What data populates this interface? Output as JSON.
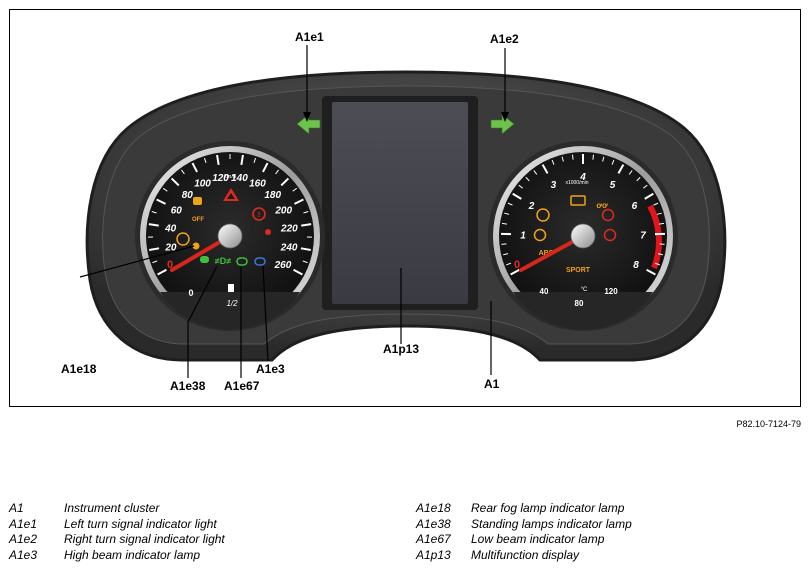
{
  "callouts": {
    "A1e1": "A1e1",
    "A1e2": "A1e2",
    "A1e18": "A1e18",
    "A1e38": "A1e38",
    "A1e67": "A1e67",
    "A1e3": "A1e3",
    "A1p13": "A1p13",
    "A1": "A1"
  },
  "speedometer": {
    "unit": "km/h",
    "ticks": [
      "20",
      "40",
      "60",
      "80",
      "100",
      "120",
      "140",
      "160",
      "180",
      "200",
      "220",
      "240",
      "260"
    ],
    "zero": "0",
    "fuel_empty": "0",
    "fuel_half": "1/2"
  },
  "tachometer": {
    "unit": "x1000/min",
    "ticks": [
      "1",
      "2",
      "3",
      "4",
      "5",
      "6",
      "7",
      "8"
    ],
    "zero": "0",
    "mode": "SPORT",
    "abs_label": "ABS",
    "temp_40": "40",
    "temp_80": "80",
    "temp_120": "120",
    "temp_unit": "°C"
  },
  "reference_code": "P82.10-7124-79",
  "legend_left": [
    {
      "code": "A1",
      "desc": "Instrument cluster"
    },
    {
      "code": "A1e1",
      "desc": "Left turn signal indicator light"
    },
    {
      "code": "A1e2",
      "desc": "Right turn signal indicator light"
    },
    {
      "code": "A1e3",
      "desc": "High beam indicator lamp"
    }
  ],
  "legend_right": [
    {
      "code": "A1e18",
      "desc": "Rear fog lamp indicator lamp"
    },
    {
      "code": "A1e38",
      "desc": "Standing lamps indicator lamp"
    },
    {
      "code": "A1e67",
      "desc": "Low beam indicator lamp"
    },
    {
      "code": "A1p13",
      "desc": "Multifunction display"
    }
  ],
  "colors": {
    "needle": "#d8261c",
    "turn_signal": "#6cc24a",
    "warning_red": "#e02a1f",
    "warning_amber": "#f0a21a",
    "indicator_green": "#3fbf3a",
    "indicator_blue": "#3a78d8",
    "redline": "#e0141b"
  }
}
